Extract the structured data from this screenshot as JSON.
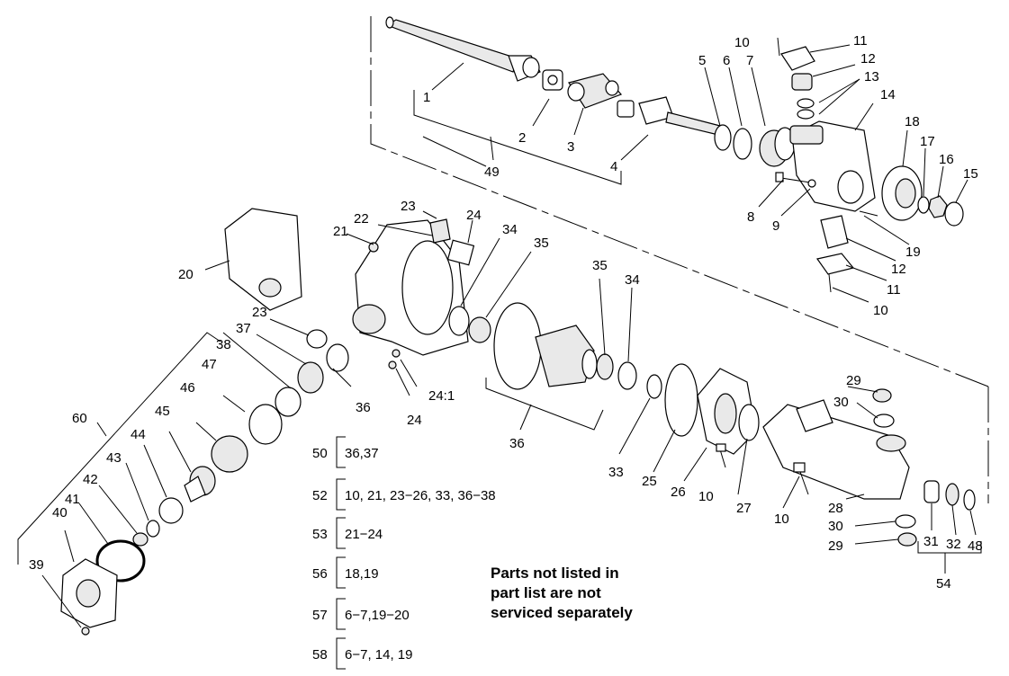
{
  "callouts": {
    "c1": "1",
    "c2": "2",
    "c3": "3",
    "c4": "4",
    "c5": "5",
    "c6": "6",
    "c7": "7",
    "c8": "8",
    "c9": "9",
    "c10a": "10",
    "c10b": "10",
    "c10c": "10",
    "c10d": "10",
    "c11a": "11",
    "c11b": "11",
    "c12a": "12",
    "c12b": "12",
    "c13": "13",
    "c14": "14",
    "c15": "15",
    "c16": "16",
    "c17": "17",
    "c18": "18",
    "c19": "19",
    "c20": "20",
    "c21": "21",
    "c22": "22",
    "c23a": "23",
    "c23b": "23",
    "c24a": "24",
    "c24b": "24",
    "c24c": "24:1",
    "c25": "25",
    "c26": "26",
    "c27": "27",
    "c28": "28",
    "c29a": "29",
    "c29b": "29",
    "c30a": "30",
    "c30b": "30",
    "c31": "31",
    "c32": "32",
    "c33": "33",
    "c34a": "34",
    "c34b": "34",
    "c35a": "35",
    "c35b": "35",
    "c36a": "36",
    "c36b": "36",
    "c37": "37",
    "c38": "38",
    "c39": "39",
    "c40": "40",
    "c41": "41",
    "c42": "42",
    "c43": "43",
    "c44": "44",
    "c45": "45",
    "c46": "46",
    "c47": "47",
    "c48": "48",
    "c49": "49",
    "c54": "54",
    "c60": "60"
  },
  "kits": [
    {
      "id": "50",
      "parts": "36,37"
    },
    {
      "id": "52",
      "parts": "10, 21, 23−26, 33, 36−38"
    },
    {
      "id": "53",
      "parts": "21−24"
    },
    {
      "id": "56",
      "parts": "18,19"
    },
    {
      "id": "57",
      "parts": "6−7,19−20"
    },
    {
      "id": "58",
      "parts": "6−7, 14, 19"
    }
  ],
  "note": {
    "line1": "Parts not listed in",
    "line2": "part list are not",
    "line3": "serviced separately"
  }
}
